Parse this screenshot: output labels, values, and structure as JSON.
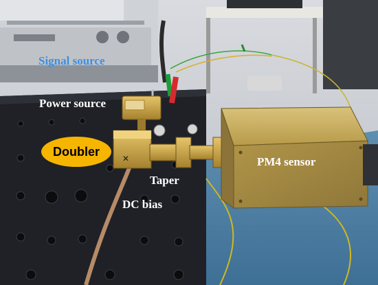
{
  "labels": {
    "signal_source": "Signal source",
    "power_source": "Power source",
    "doubler": "Doubler",
    "taper": "Taper",
    "dc_bias": "DC bias",
    "pm4_sensor": "PM4 sensor"
  },
  "colors": {
    "signal_source_label": "#3d8fe0",
    "doubler_badge": "#f6b500",
    "overlay_text": "#ffffff",
    "optical_table": "#1f2126",
    "brass": "#c8a24a",
    "sensor_body": "#b39a4e"
  }
}
